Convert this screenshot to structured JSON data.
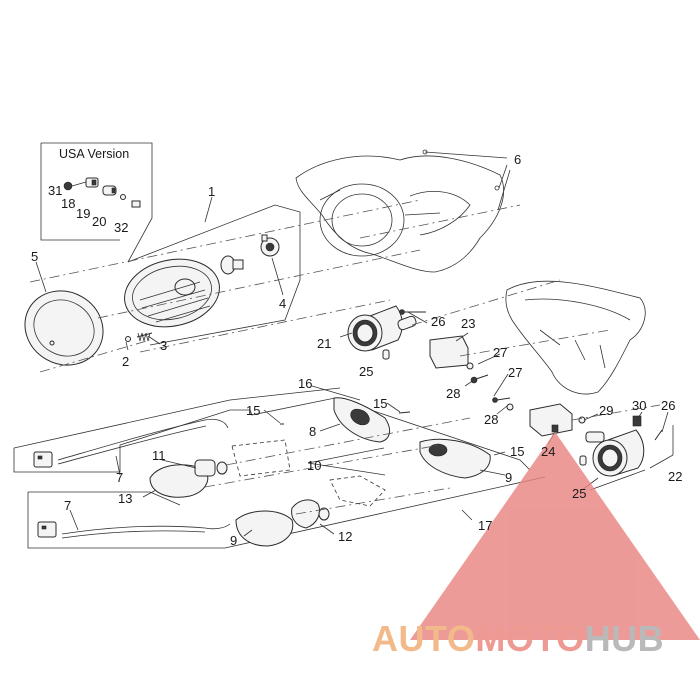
{
  "diagram": {
    "inset_title": "USA Version",
    "callouts": [
      "1",
      "2",
      "3",
      "4",
      "5",
      "6",
      "7",
      "8",
      "9",
      "10",
      "11",
      "12",
      "13",
      "15",
      "16",
      "17",
      "18",
      "19",
      "20",
      "21",
      "22",
      "23",
      "24",
      "25",
      "26",
      "27",
      "28",
      "29",
      "30",
      "31",
      "32"
    ]
  },
  "watermark": {
    "part1": "AUTO",
    "part2": "MOTO",
    "part3": "HUB",
    "color_auto": "#f2b98b",
    "color_moto": "#ee9a93",
    "color_hub": "#b9b9b9",
    "logo_color": "#e98581"
  }
}
